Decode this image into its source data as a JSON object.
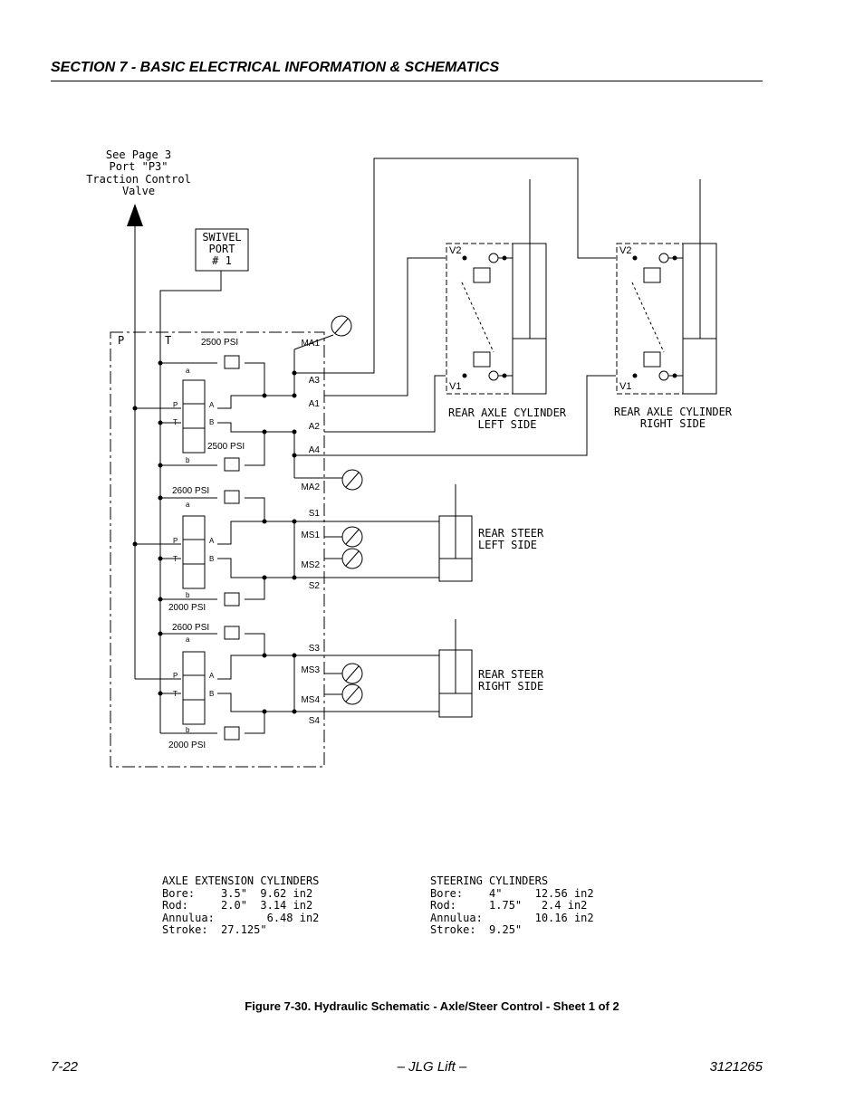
{
  "header": {
    "section_title": "SECTION 7 - BASIC ELECTRICAL INFORMATION & SCHEMATICS"
  },
  "diagram": {
    "note_lines": [
      "See Page 3",
      "Port \"P3\"",
      "Traction Control",
      "Valve"
    ],
    "swivel_lines": [
      "SWIVEL",
      "PORT",
      "# 1"
    ],
    "valve_ports": {
      "p": "P",
      "t": "T"
    },
    "ports": [
      "MA1",
      "A3",
      "A1",
      "A2",
      "A4",
      "MA2",
      "S1",
      "MS1",
      "MS2",
      "S2",
      "S3",
      "MS3",
      "MS4",
      "S4"
    ],
    "relief_labels": [
      "2500 PSI",
      "2500 PSI",
      "2600 PSI",
      "2000 PSI",
      "2600 PSI",
      "2000 PSI"
    ],
    "spool_letters": {
      "a": "a",
      "b": "b",
      "P": "P",
      "T": "T",
      "A": "A",
      "B": "B"
    },
    "cylinders": {
      "left_axle": [
        "REAR AXLE CYLINDER",
        "LEFT SIDE"
      ],
      "right_axle": [
        "REAR AXLE CYLINDER",
        "RIGHT SIDE"
      ],
      "steer_left": [
        "REAR STEER",
        "LEFT SIDE"
      ],
      "steer_right": [
        "REAR STEER",
        "RIGHT SIDE"
      ],
      "v2": "V2",
      "v1": "V1"
    },
    "specs": {
      "axle": [
        "AXLE EXTENSION CYLINDERS",
        "Bore:    3.5\"  9.62 in2",
        "Rod:     2.0\"  3.14 in2",
        "Annulua:        6.48 in2",
        "Stroke:  27.125\""
      ],
      "steer": [
        "STEERING CYLINDERS",
        "Bore:    4\"     12.56 in2",
        "Rod:     1.75\"   2.4 in2",
        "Annulua:        10.16 in2",
        "Stroke:  9.25\""
      ]
    }
  },
  "caption": "Figure 7-30.  Hydraulic Schematic - Axle/Steer Control - Sheet 1 of 2",
  "footer": {
    "page_number": "7-22",
    "center": "– JLG Lift –",
    "doc_number": "3121265"
  }
}
